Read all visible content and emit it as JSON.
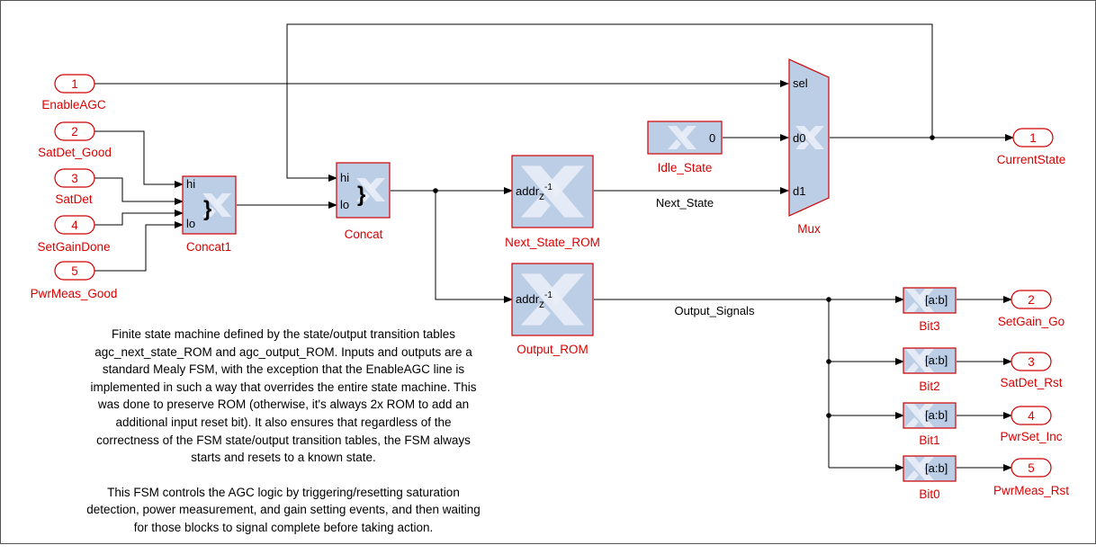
{
  "inports": [
    {
      "num": "1",
      "label": "EnableAGC"
    },
    {
      "num": "2",
      "label": "SatDet_Good"
    },
    {
      "num": "3",
      "label": "SatDet"
    },
    {
      "num": "4",
      "label": "SetGainDone"
    },
    {
      "num": "5",
      "label": "PwrMeas_Good"
    }
  ],
  "outports": [
    {
      "num": "1",
      "label": "CurrentState"
    },
    {
      "num": "2",
      "label": "SetGain_Go"
    },
    {
      "num": "3",
      "label": "SatDet_Rst"
    },
    {
      "num": "4",
      "label": "PwrSet_Inc"
    },
    {
      "num": "5",
      "label": "PwrMeas_Rst"
    }
  ],
  "blocks": {
    "concat1": {
      "name": "Concat1",
      "port_hi": "hi",
      "port_lo": "lo",
      "symbol": "}"
    },
    "concat": {
      "name": "Concat",
      "port_hi": "hi",
      "port_lo": "lo",
      "symbol": "}"
    },
    "next_state_rom": {
      "name": "Next_State_ROM",
      "port_base": "addr",
      "port_sub": "z",
      "port_sup": "-1"
    },
    "output_rom": {
      "name": "Output_ROM",
      "port_base": "addr",
      "port_sub": "z",
      "port_sup": "-1"
    },
    "idle_state": {
      "name": "Idle_State",
      "value": "0"
    },
    "mux": {
      "name": "Mux",
      "port_sel": "sel",
      "port_d0": "d0",
      "port_d1": "d1"
    },
    "bits": [
      {
        "name": "Bit3",
        "slice": "[a:b]"
      },
      {
        "name": "Bit2",
        "slice": "[a:b]"
      },
      {
        "name": "Bit1",
        "slice": "[a:b]"
      },
      {
        "name": "Bit0",
        "slice": "[a:b]"
      }
    ]
  },
  "signals": {
    "next_state": "Next_State",
    "output_signals": "Output_Signals"
  },
  "description": [
    "Finite state machine defined by the state/output transition tables agc_next_state_ROM and agc_output_ROM. Inputs and outputs are a standard Mealy FSM, with the exception that the EnableAGC line is implemented in such a way that overrides the entire state machine. This was done to preserve ROM (otherwise, it's always 2x ROM to add an additional input reset bit). It also ensures that regardless of the correctness of the FSM state/output transition tables, the FSM always starts and resets to a known state.",
    "This FSM controls the AGC logic by triggering/resetting saturation detection, power measurement, and gain setting events, and then waiting for those blocks to signal complete before taking action."
  ]
}
